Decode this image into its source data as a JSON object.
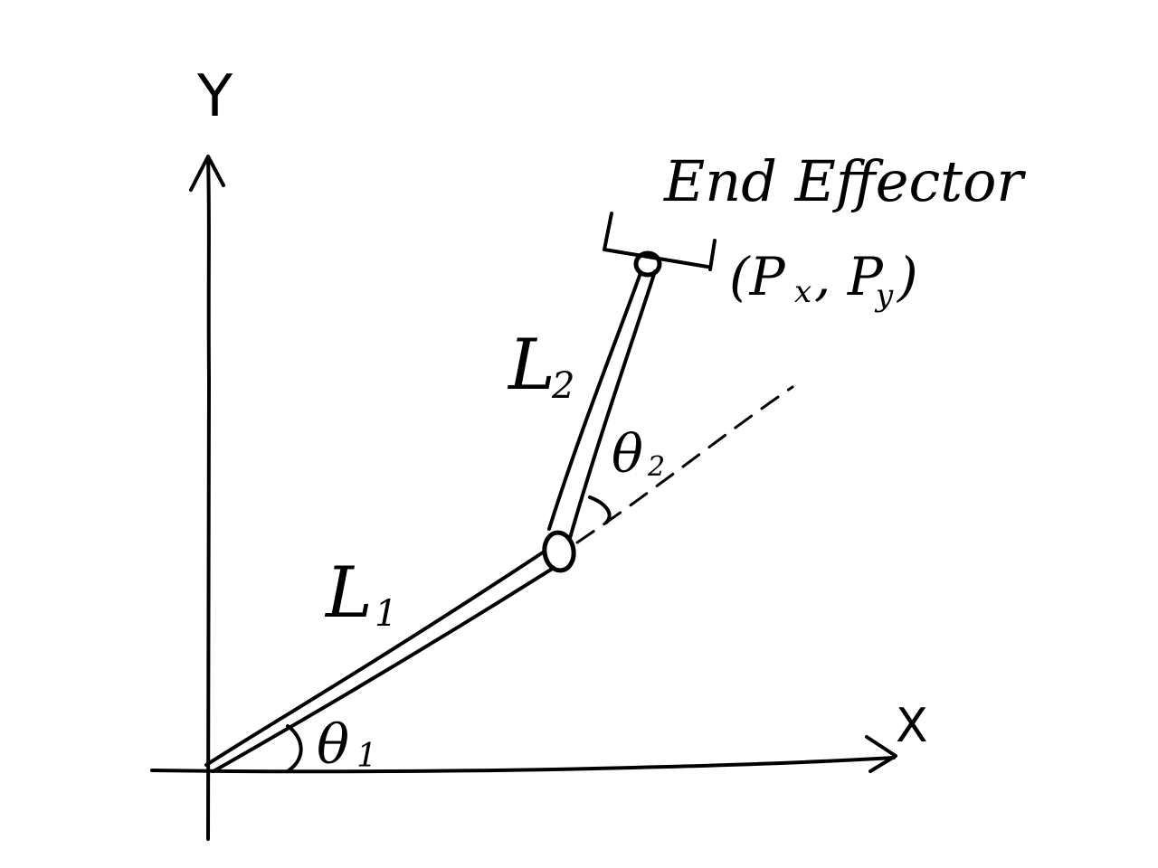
{
  "axes": {
    "x_label": "X",
    "y_label": "Y"
  },
  "links": {
    "link1_label": "L",
    "link1_sub": "1",
    "link2_label": "L",
    "link2_sub": "2"
  },
  "angles": {
    "theta1_symbol": "θ",
    "theta1_sub": "1",
    "theta2_symbol": "θ",
    "theta2_sub": "2"
  },
  "end_effector": {
    "title": "End Effector",
    "coords_prefix": "(P",
    "coords_x_sub": "x",
    "coords_sep": ", P",
    "coords_y_sub": "y",
    "coords_suffix": ")"
  }
}
